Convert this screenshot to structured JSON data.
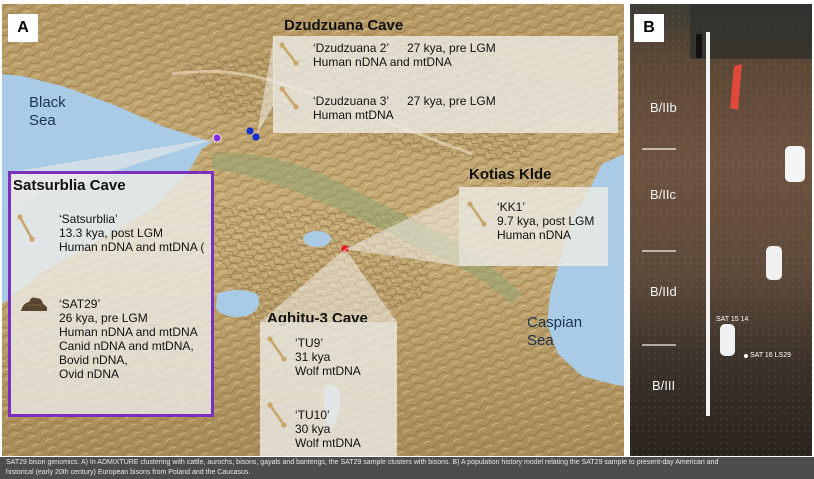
{
  "panel_a": {
    "letter": "A",
    "seas": {
      "black_line1": "Black",
      "black_line2": "Sea",
      "caspian_line1": "Caspian",
      "caspian_line2": "Sea"
    },
    "caves": {
      "dzudzuana": {
        "title": "Dzudzuana Cave",
        "entries": [
          {
            "name": "‘Dzudzuana 2’",
            "age": "27 kya, pre LGM",
            "dna": "Human nDNA and mtDNA"
          },
          {
            "name": "‘Dzudzuana 3’",
            "age": "27 kya, pre LGM",
            "dna": "Human mtDNA"
          }
        ]
      },
      "satsurblia": {
        "title": "Satsurblia Cave",
        "entry1": {
          "lines": [
            "‘Satsurblia’",
            "13.3 kya, post LGM",
            "Human nDNA and mtDNA ("
          ]
        },
        "entry2": {
          "lines": [
            "‘SAT29’",
            "26 kya, pre LGM",
            "Human nDNA and mtDNA",
            "Canid nDNA and mtDNA,",
            "Bovid nDNA,",
            "Ovid nDNA"
          ]
        }
      },
      "kotias": {
        "title": "Kotias Klde",
        "entry": {
          "lines": [
            "‘KK1’",
            "9.7 kya, post LGM",
            "Human nDNA"
          ]
        }
      },
      "aghitu": {
        "title": "Aghitu-3 Cave",
        "entry1": {
          "lines": [
            "‘TU9’",
            "31 kya",
            "Wolf mtDNA"
          ]
        },
        "entry2": {
          "lines": [
            "‘TU10’",
            "30 kya",
            "Wolf mtDNA"
          ]
        }
      }
    },
    "colors": {
      "satsurblia_frame": "#7b2fbf",
      "dzudzuana_marker": "#1432c8",
      "satsurblia_marker": "#8a2be2",
      "kotias_marker": "#e02020",
      "sea": "#a9cbe6"
    },
    "icons": {
      "bone": "bone-icon",
      "dung": "dung-pile-icon"
    }
  },
  "panel_b": {
    "letter": "B",
    "layers": [
      "B/IIb",
      "B/IIc",
      "B/IId",
      "B/III"
    ],
    "samples": [
      "SAT 15 14",
      "SAT 16 LS29"
    ]
  },
  "caption": {
    "line1": "SAT29 bison genomics. A) In ADMIXTURE clustering with cattle, aurochs, bisons, gayals and bantengs, the SAT29 sample clusters with bisons. B) A population history model relating the SAT29 sample to present-day American and",
    "line2": "historical (early 20th century) European bisons from Poland and the Caucasus."
  }
}
